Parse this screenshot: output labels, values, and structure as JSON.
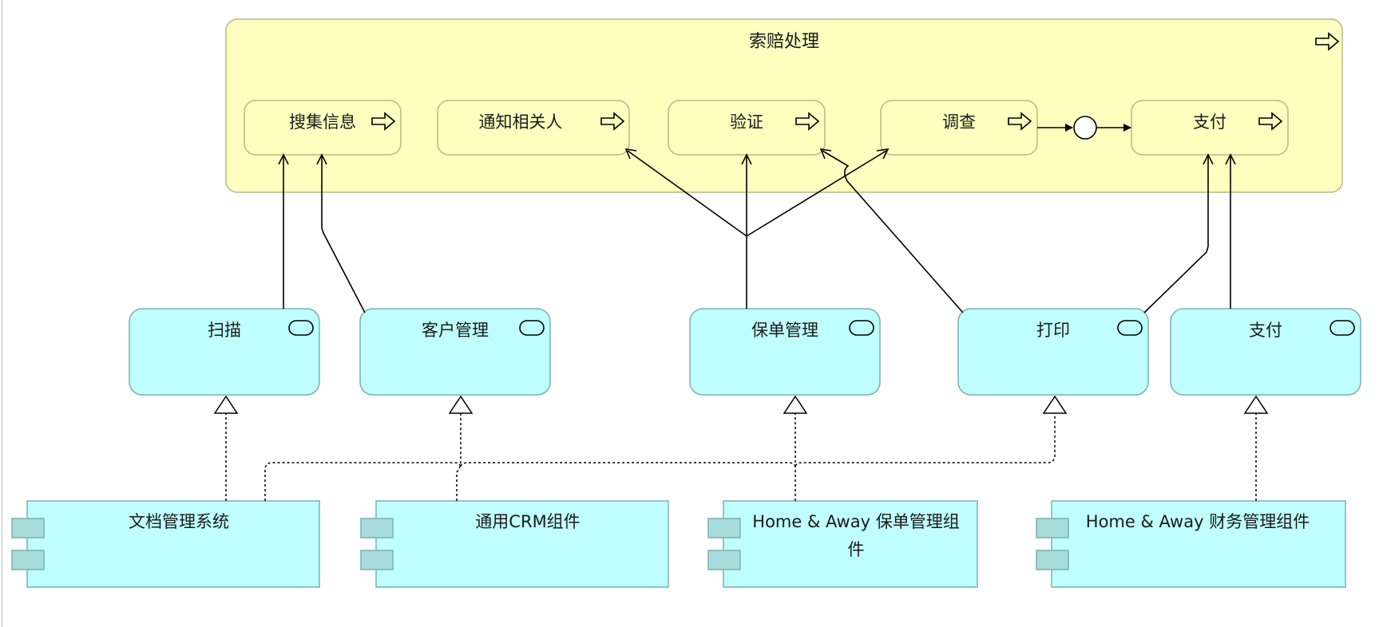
{
  "process": {
    "title": "索赔处理"
  },
  "subprocesses": [
    {
      "label": "搜集信息"
    },
    {
      "label": "通知相关人"
    },
    {
      "label": "验证"
    },
    {
      "label": "调查"
    },
    {
      "label": "支付"
    }
  ],
  "services": [
    {
      "label": "扫描"
    },
    {
      "label": "客户管理"
    },
    {
      "label": "保单管理"
    },
    {
      "label": "打印"
    },
    {
      "label": "支付"
    }
  ],
  "components": [
    {
      "label_lines": [
        "文档管理系统"
      ]
    },
    {
      "label_lines": [
        "通用CRM组件"
      ]
    },
    {
      "label_lines": [
        "Home & Away 保单管理组",
        "件"
      ]
    },
    {
      "label_lines": [
        "Home & Away 财务管理组件"
      ]
    }
  ],
  "colors": {
    "process_fill": "#ffffc0",
    "service_fill": "#c0ffff",
    "component_fill": "#c0ffff",
    "component_tab": "#a8dcdc"
  },
  "icons": {
    "process": "process-arrow-icon",
    "service": "service-pill-icon",
    "component": "component-tab-icon",
    "junction": "junction-circle-icon"
  }
}
